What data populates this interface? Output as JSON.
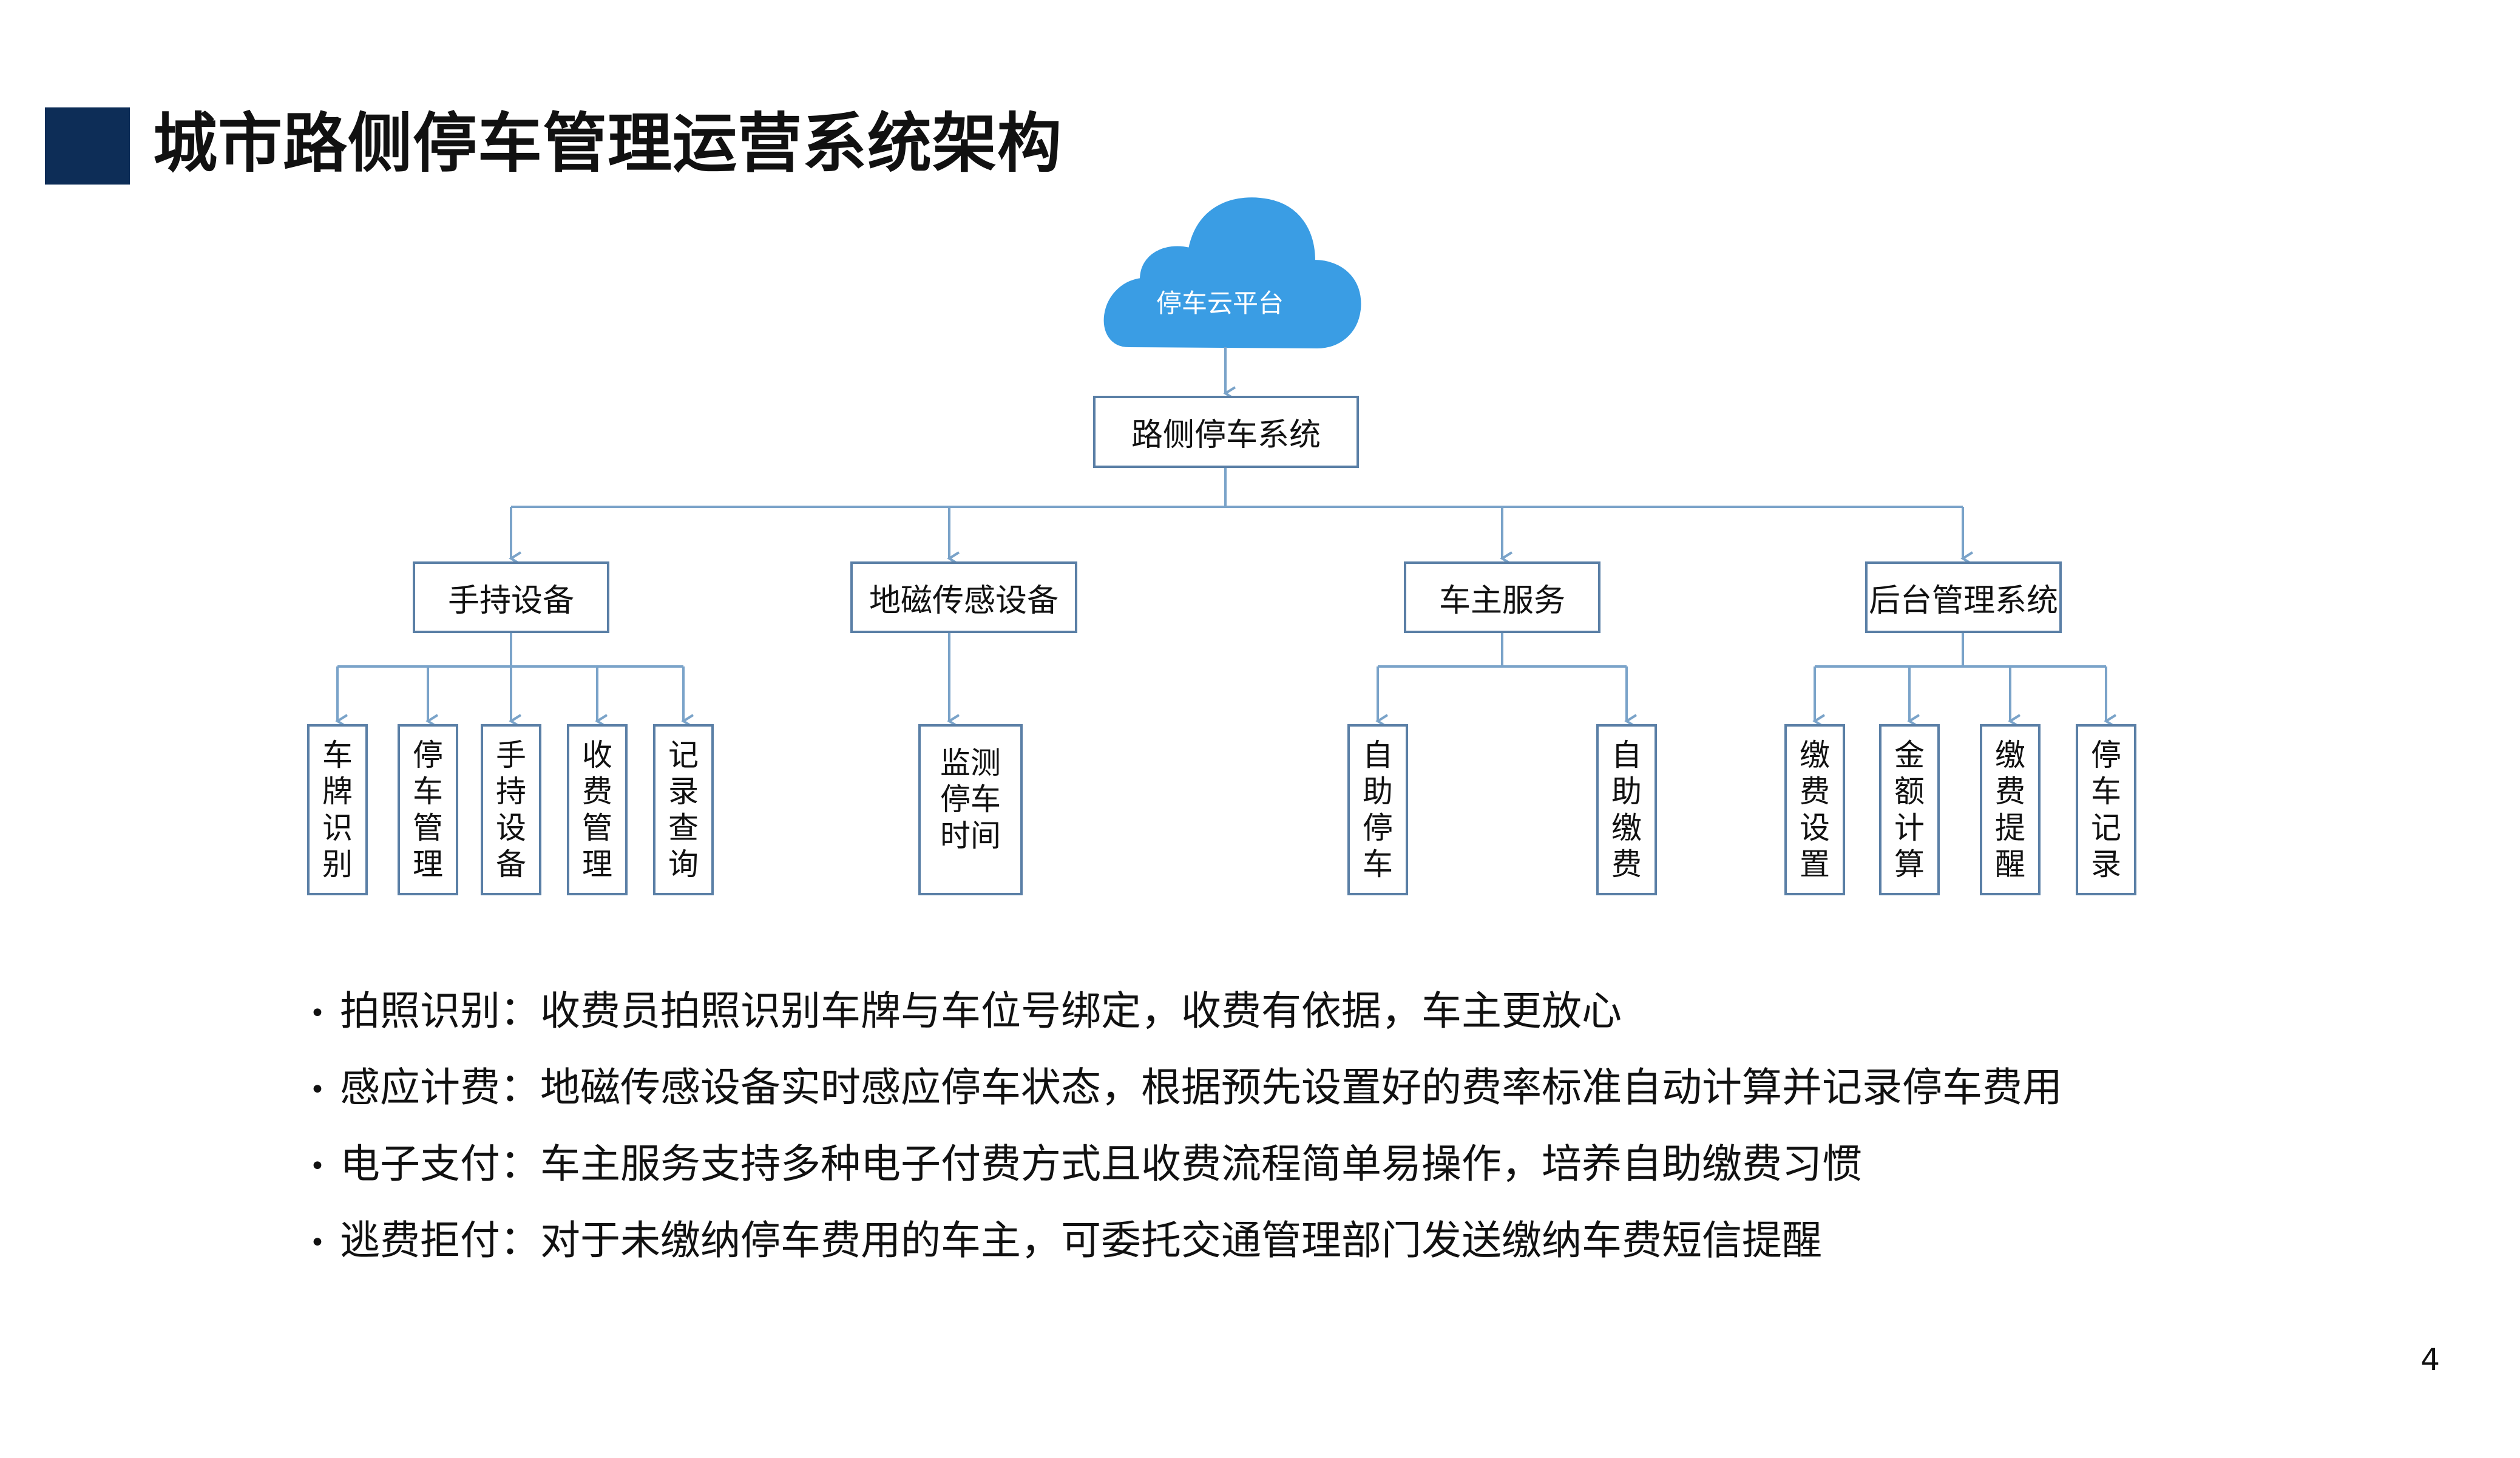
{
  "title": "城市路侧停车管理运营系统架构",
  "colors": {
    "title_bar": "#0d2d57",
    "cloud": "#3a9de4",
    "node_border": "#5a7fa6",
    "connector": "#7aa3c9"
  },
  "diagram": {
    "cloud": {
      "icon": "cloud-icon",
      "label": "停车云平台"
    },
    "root": "路侧停车系统",
    "branches": [
      {
        "label": "手持设备",
        "children": [
          "车牌识别",
          "停车管理",
          "手持设备",
          "收费管理",
          "记录查询"
        ]
      },
      {
        "label": "地磁传感设备",
        "children": [
          "监测停车时间"
        ]
      },
      {
        "label": "车主服务",
        "children": [
          "自助停车",
          "自助缴费"
        ]
      },
      {
        "label": "后台管理系统",
        "children": [
          "缴费设置",
          "金额计算",
          "缴费提醒",
          "停车记录"
        ]
      }
    ]
  },
  "bullets": [
    "拍照识别：收费员拍照识别车牌与车位号绑定，收费有依据，车主更放心",
    "感应计费：地磁传感设备实时感应停车状态，根据预先设置好的费率标准自动计算并记录停车费用",
    "电子支付：车主服务支持多种电子付费方式且收费流程简单易操作，培养自助缴费习惯",
    "逃费拒付：对于未缴纳停车费用的车主，可委托交通管理部门发送缴纳车费短信提醒"
  ],
  "page_number": "4"
}
